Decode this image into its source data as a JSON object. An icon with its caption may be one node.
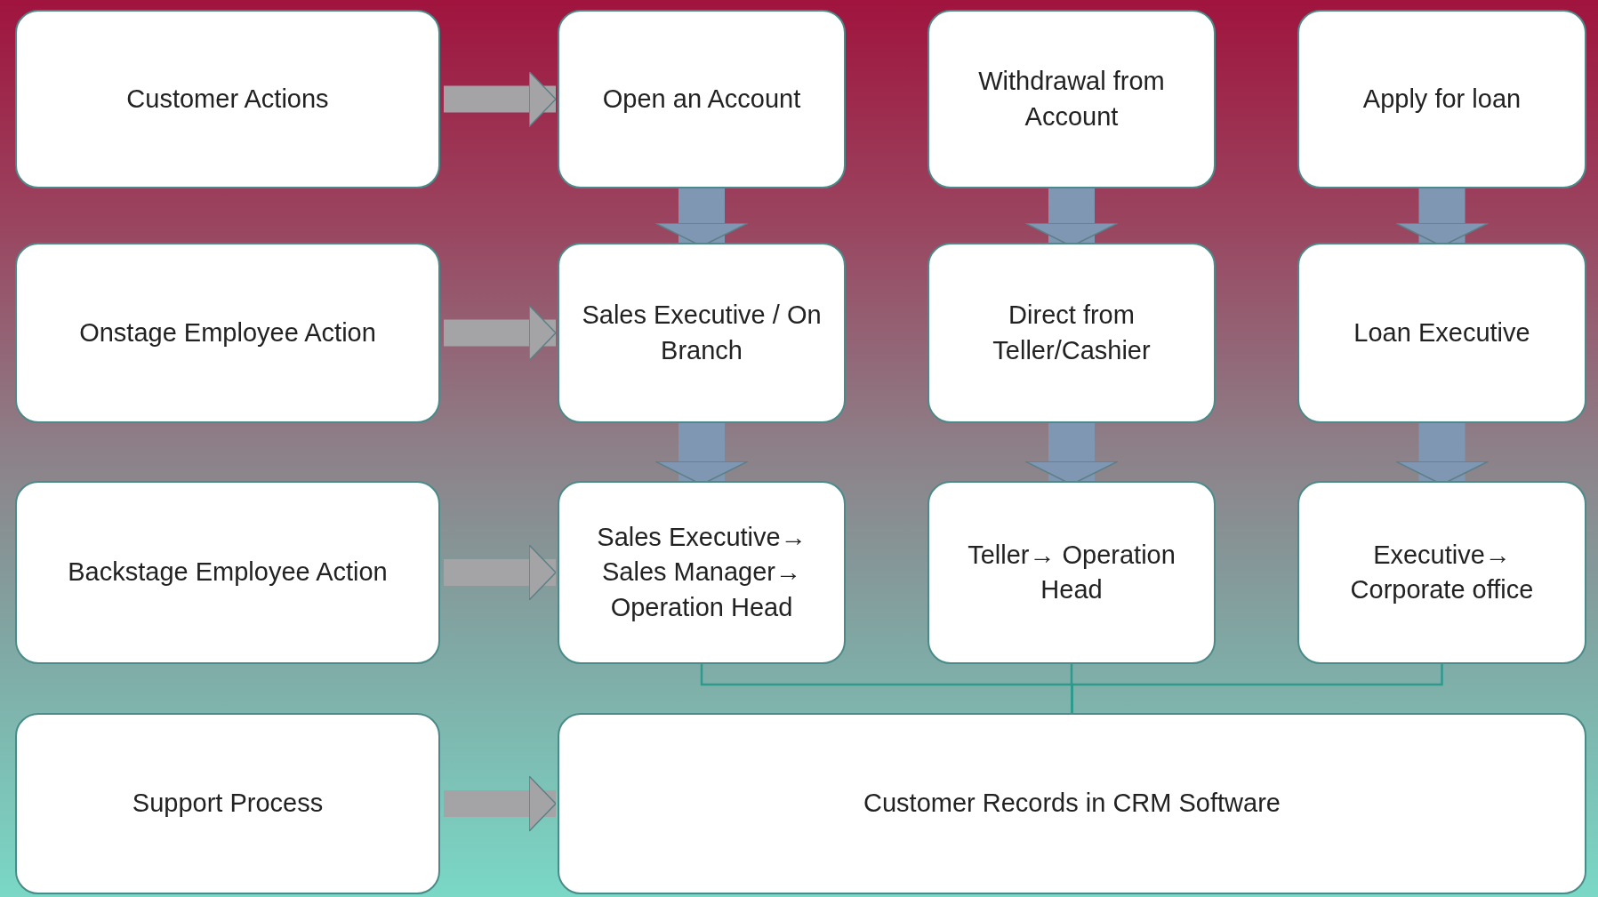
{
  "diagram": {
    "nodes": [
      {
        "text": [
          "Customer Actions"
        ]
      },
      {
        "text": [
          "Open an Account"
        ]
      },
      {
        "text": [
          "Withdrawal from Account"
        ]
      },
      {
        "text": [
          "Apply for loan"
        ]
      },
      {
        "text": [
          "Onstage Employee Action"
        ]
      },
      {
        "text": [
          "Sales Executive / On Branch"
        ]
      },
      {
        "text": [
          "Direct from Teller/Cashier"
        ]
      },
      {
        "text": [
          "Loan Executive"
        ]
      },
      {
        "text": [
          "Backstage Employee Action"
        ]
      },
      {
        "text": [
          "Sales Executive→ Sales Manager→ Operation Head"
        ]
      },
      {
        "text": [
          "Teller→ Operation Head"
        ]
      },
      {
        "text": [
          "Executive→ Corporate office"
        ]
      },
      {
        "text": [
          "Support Process"
        ]
      },
      {
        "text": [
          "Customer Records in CRM Software"
        ]
      }
    ],
    "edges": [
      {
        "from": 0,
        "to": 1,
        "arrow": "to",
        "color": "#a4a4a6"
      },
      {
        "from": 4,
        "to": 5,
        "arrow": "to",
        "color": "#a4a4a6"
      },
      {
        "from": 8,
        "to": 9,
        "arrow": "to",
        "color": "#a4a4a6"
      },
      {
        "from": 12,
        "to": 13,
        "arrow": "to",
        "color": "#a4a4a6"
      },
      {
        "from": 1,
        "to": 5,
        "arrow": "to"
      },
      {
        "from": 2,
        "to": 6,
        "arrow": "to"
      },
      {
        "from": 3,
        "to": 7,
        "arrow": "to"
      },
      {
        "from": 5,
        "to": 9,
        "arrow": "to"
      },
      {
        "from": 6,
        "to": 10,
        "arrow": "to"
      },
      {
        "from": 7,
        "to": 11,
        "arrow": "to"
      },
      {
        "from": 9,
        "to": 13,
        "arrow": "none",
        "color": "#2f9a8c"
      },
      {
        "from": 10,
        "to": 13,
        "arrow": "none",
        "color": "#2f9a8c"
      },
      {
        "from": 11,
        "to": 13,
        "arrow": "none",
        "color": "#2f9a8c"
      }
    ]
  }
}
